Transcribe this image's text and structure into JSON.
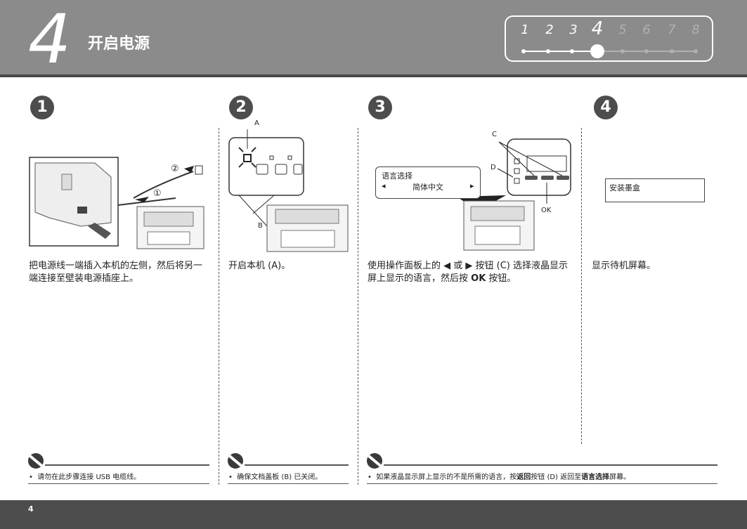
{
  "header": {
    "step_number": "4",
    "title": "开启电源"
  },
  "progress": {
    "steps": [
      "1",
      "2",
      "3",
      "4",
      "5",
      "6",
      "7",
      "8"
    ],
    "current": 4
  },
  "steps": [
    {
      "number": "1",
      "desc": "把电源线一端插入本机的左侧，然后将另一端连接至壁装电源插座上。",
      "callouts": [
        "②",
        "①"
      ],
      "note": "请勿在此步骤连接 USB 电缆线。"
    },
    {
      "number": "2",
      "desc": "开启本机 (A)。",
      "callouts": [
        "A",
        "B"
      ],
      "note": "确保文档盖板 (B) 已关闭。"
    },
    {
      "number": "3",
      "desc_part1": "使用操作面板上的 ◀ 或 ▶ 按钮 (C) 选择液晶显示屏上显示的语言，然后按 ",
      "desc_ok": "OK",
      "desc_part2": " 按钮。",
      "callouts": [
        "C",
        "D",
        "OK"
      ],
      "lcd_line1": "语言选择",
      "lcd_line2": "简体中文",
      "lcd_left": "◂",
      "lcd_right": "▸",
      "note_part1": "如果液晶显示屏上显示的不是所需的语言，按",
      "note_bold1": "返回",
      "note_part2": "按钮 (D) 返回至",
      "note_bold2": "语言选择",
      "note_part3": "屏幕。"
    },
    {
      "number": "4",
      "desc": "显示待机屏幕。",
      "lcd": "安装墨盒"
    }
  ],
  "footer": {
    "page_number": "4"
  }
}
